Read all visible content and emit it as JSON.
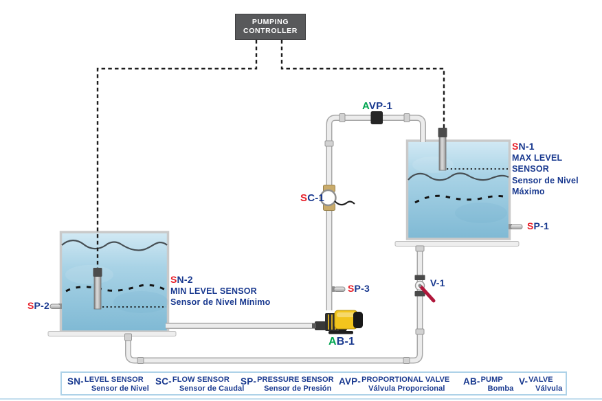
{
  "colors": {
    "navy": "#19398f",
    "red": "#e71f29",
    "green": "#00a550",
    "ctrl-bg": "#58595b",
    "legend-border": "#aed2e8"
  },
  "controller": {
    "line1": "PUMPING",
    "line2": "CONTROLLER"
  },
  "components": {
    "avp1": {
      "accent": "A",
      "rest": "VP-1"
    },
    "sc1": {
      "accent": "S",
      "rest": "C-1"
    },
    "sp1": {
      "accent": "S",
      "rest": "P-1"
    },
    "sp2": {
      "accent": "S",
      "rest": "P-2"
    },
    "sp3": {
      "accent": "S",
      "rest": "P-3"
    },
    "ab1": {
      "accent": "A",
      "rest": "B-1"
    },
    "v1": {
      "rest": "V-1"
    },
    "sn1": {
      "accent": "S",
      "rest": "N-1",
      "desc_lines": [
        "MAX LEVEL",
        "SENSOR",
        "Sensor de Nivel",
        "Máximo"
      ]
    },
    "sn2": {
      "accent": "S",
      "rest": "N-2",
      "desc_lines": [
        "MIN LEVEL SENSOR",
        "Sensor de Nivel Mínimo"
      ]
    }
  },
  "legend": {
    "items": [
      {
        "prefix_accent": "S",
        "prefix_rest": "N-",
        "en": "LEVEL SENSOR",
        "es": "Sensor de Nivel"
      },
      {
        "prefix_accent": "S",
        "prefix_rest": "C-",
        "en": "FLOW SENSOR",
        "es": "Sensor de Caudal"
      },
      {
        "prefix_accent": "S",
        "prefix_rest": "P-",
        "en": "PRESSURE SENSOR",
        "es": "Sensor de Presión"
      },
      {
        "prefix_accent": "A",
        "prefix_rest": "VP-",
        "en": "PROPORTIONAL VALVE",
        "es": "Válvula Proporcional"
      },
      {
        "prefix_accent": "A",
        "prefix_rest": "B-",
        "en": "PUMP",
        "es": "Bomba"
      },
      {
        "prefix_accent": "",
        "prefix_rest": "V-",
        "en": "VALVE",
        "es": "Válvula"
      }
    ]
  }
}
